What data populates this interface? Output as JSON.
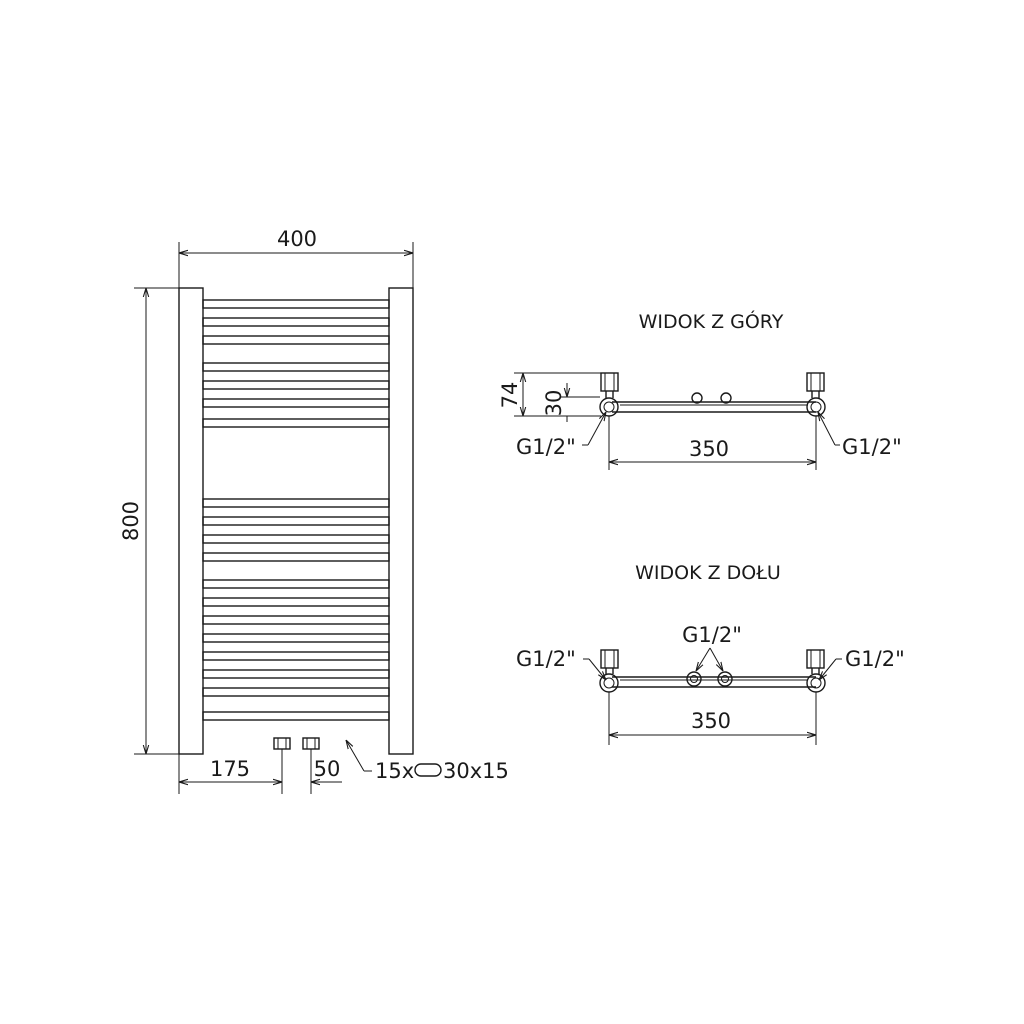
{
  "front_view": {
    "width_label": "400",
    "height_label": "800",
    "left_offset_label": "175",
    "spacing_label": "50",
    "tubes_label": "15x",
    "tube_section_label": "30x15"
  },
  "top_view": {
    "title": "WIDOK Z GÓRY",
    "depth_label": "74",
    "axis_label": "30",
    "left_thread_label": "G1/2\"",
    "right_thread_label": "G1/2\"",
    "span_label": "350"
  },
  "bottom_view": {
    "title": "WIDOK Z DOŁU",
    "left_thread_label": "G1/2\"",
    "center_thread_label": "G1/2\"",
    "right_thread_label": "G1/2\"",
    "span_label": "350"
  }
}
